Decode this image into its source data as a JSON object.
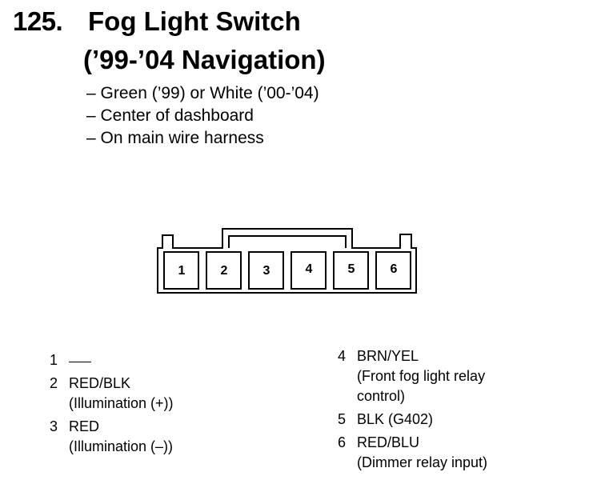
{
  "header": {
    "number": "125.",
    "title_line1": "Fog Light Switch",
    "title_line2": "(’99-’04 Navigation)"
  },
  "notes": [
    "– Green (’99) or White (’00-’04)",
    "– Center of dashboard",
    "– On main wire harness"
  ],
  "connector": {
    "cavities": [
      "1",
      "2",
      "3",
      "4",
      "5",
      "6"
    ]
  },
  "pinout": {
    "col1": [
      {
        "pin": "1",
        "wire": "",
        "detail": ""
      },
      {
        "pin": "2",
        "wire": "RED/BLK",
        "detail": "(Illumination (+))"
      },
      {
        "pin": "3",
        "wire": "RED",
        "detail": "(Illumination (–))"
      }
    ],
    "col2": [
      {
        "pin": "4",
        "wire": "BRN/YEL",
        "detail1": "(Front fog light relay",
        "detail2": "control)"
      },
      {
        "pin": "5",
        "wire": "BLK (G402)"
      },
      {
        "pin": "6",
        "wire": "RED/BLU",
        "detail1": "(Dimmer relay input)"
      }
    ]
  }
}
